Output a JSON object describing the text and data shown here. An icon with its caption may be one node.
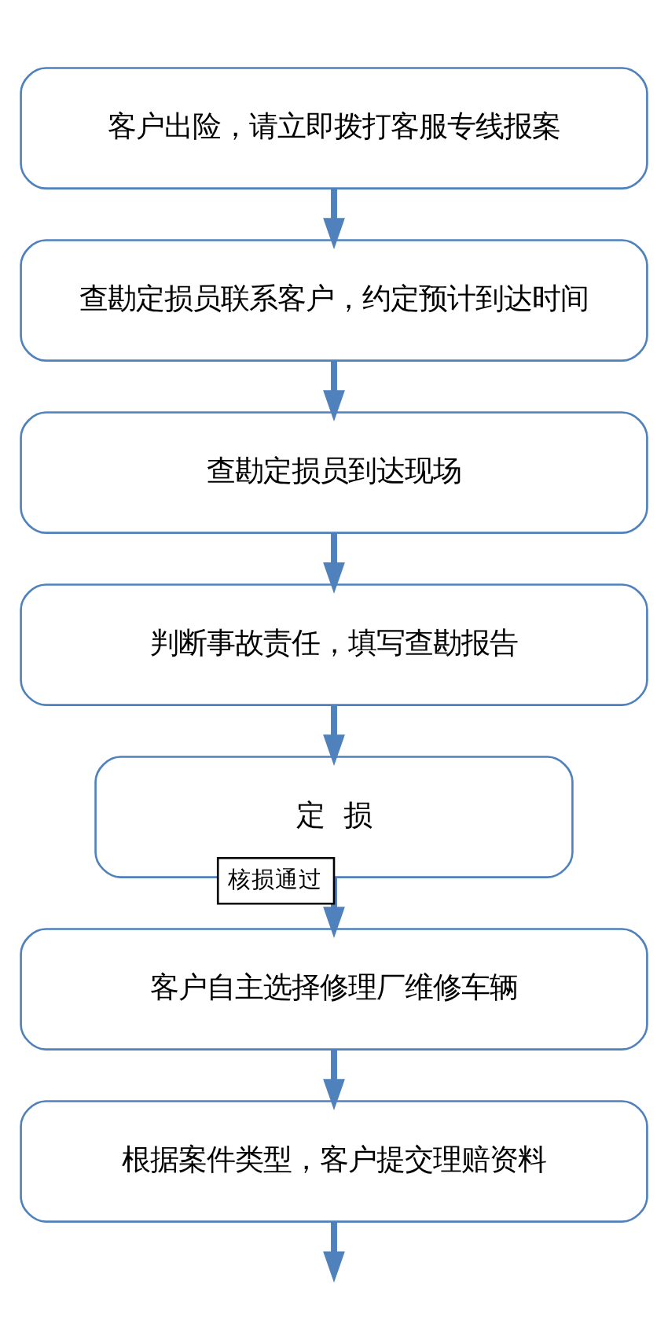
{
  "diagram": {
    "nodes": [
      {
        "text": [
          "客户出险，请立即拨打客服专线报案"
        ]
      },
      {
        "text": [
          "查勘定损员联系客户，约定预计到达时间"
        ]
      },
      {
        "text": [
          "查勘定损员到达现场"
        ]
      },
      {
        "text": [
          "判断事故责任，填写查勘报告"
        ]
      },
      {
        "text": [
          "定  损"
        ]
      },
      {
        "text": [
          "客户自主选择修理厂维修车辆"
        ]
      },
      {
        "text": [
          "根据案件类型，客户提交理赔资料"
        ]
      }
    ],
    "edges": [
      {
        "from": 0,
        "to": 1,
        "arrow": "to"
      },
      {
        "from": 1,
        "to": 2,
        "arrow": "to"
      },
      {
        "from": 2,
        "to": 3,
        "arrow": "to"
      },
      {
        "from": 3,
        "to": 4,
        "arrow": "to"
      },
      {
        "from": 4,
        "to": 5,
        "arrow": "to",
        "label": "核损通过"
      },
      {
        "from": 5,
        "to": 6,
        "arrow": "to"
      },
      {
        "from": 6,
        "to": null,
        "arrow": "to"
      }
    ]
  }
}
